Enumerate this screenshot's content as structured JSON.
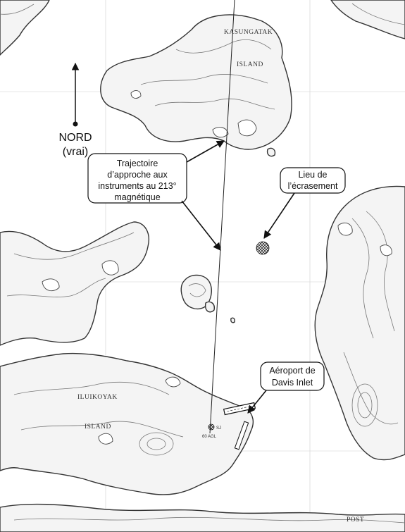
{
  "north": {
    "label": "NORD",
    "sublabel": "(vrai)"
  },
  "callouts": {
    "approach": {
      "lines": [
        "Trajectoire",
        "d’approche aux",
        "instruments au 213°",
        "magnétique"
      ]
    },
    "crash": {
      "lines": [
        "Lieu de",
        "l’écrasement"
      ]
    },
    "airport": {
      "lines": [
        "Aéroport de",
        "Davis Inlet"
      ]
    }
  },
  "places": {
    "kasungatak": "KASUNGATAK",
    "kasungatak_island": "ISLAND",
    "iluikoyak": "ILUIKOYAK",
    "iluikoyak_island": "ISLAND",
    "post": "POST",
    "agl": "60 AGL",
    "sj": "SJ"
  },
  "colors": {
    "ink": "#111111",
    "land": "#f4f4f4",
    "water": "#ffffff"
  }
}
